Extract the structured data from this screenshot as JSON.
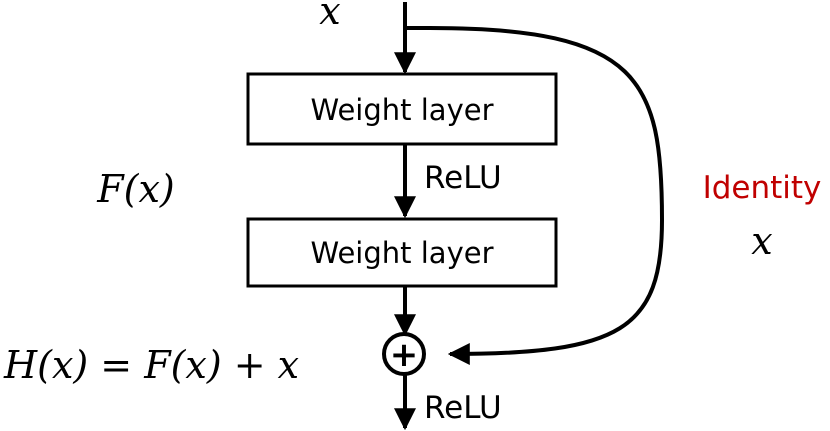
{
  "input_label": "x",
  "layer1_label": "Weight layer",
  "layer2_label": "Weight layer",
  "relu_mid_label": "ReLU",
  "relu_out_label": "ReLU",
  "residual_label": "F(x)",
  "identity_label": "Identity",
  "identity_var": "x",
  "output_label": "H(x) = F(x) + x",
  "adder_symbol": "+",
  "colors": {
    "stroke": "#000000",
    "identity": "#c00000"
  }
}
